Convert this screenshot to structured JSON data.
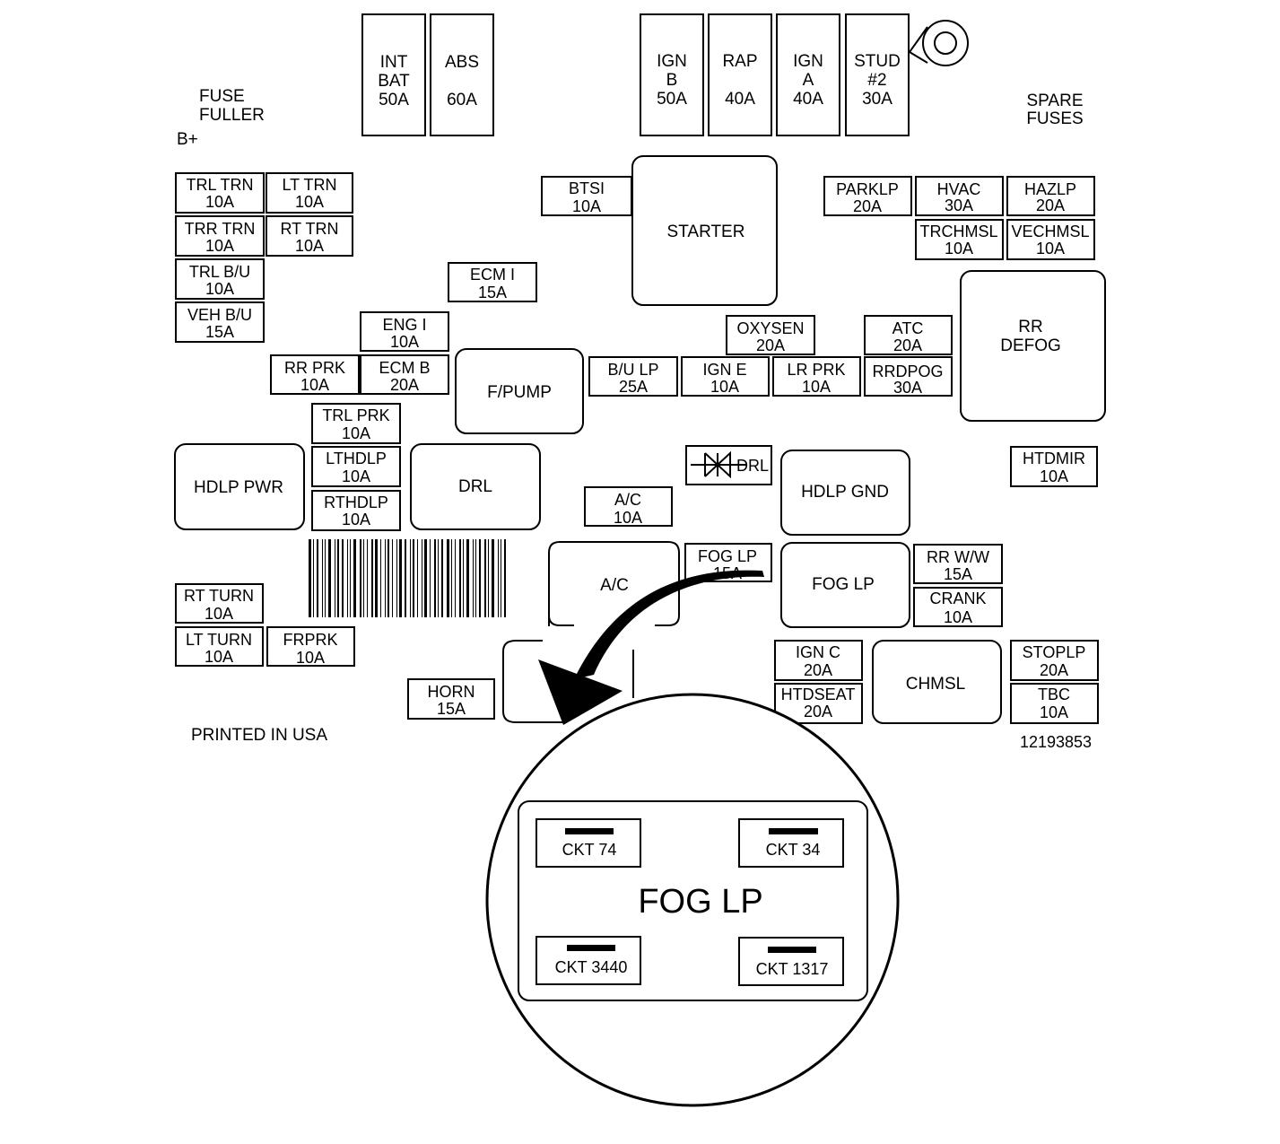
{
  "labels": {
    "fuse_puller": [
      "FUSE",
      "FULLER"
    ],
    "b_plus": "B+",
    "spare_fuses": [
      "SPARE",
      "FUSES"
    ],
    "printed": "PRINTED IN USA",
    "part_number": "12193853"
  },
  "maxi_fuses": [
    {
      "id": "int-bat",
      "lines": [
        "INT",
        "BAT",
        "50A"
      ]
    },
    {
      "id": "abs",
      "lines": [
        "ABS",
        "",
        "60A"
      ]
    },
    {
      "id": "ign-b",
      "lines": [
        "IGN",
        "B",
        "50A"
      ]
    },
    {
      "id": "rap",
      "lines": [
        "RAP",
        "",
        "40A"
      ]
    },
    {
      "id": "ign-a",
      "lines": [
        "IGN",
        "A",
        "40A"
      ]
    },
    {
      "id": "stud-2",
      "lines": [
        "STUD",
        "#2",
        "30A"
      ]
    }
  ],
  "fuses": [
    {
      "id": "trl-trn",
      "lines": [
        "TRL TRN",
        "10A"
      ]
    },
    {
      "id": "lt-trn",
      "lines": [
        "LT TRN",
        "10A"
      ]
    },
    {
      "id": "trr-trn",
      "lines": [
        "TRR TRN",
        "10A"
      ]
    },
    {
      "id": "rt-trn",
      "lines": [
        "RT TRN",
        "10A"
      ]
    },
    {
      "id": "trl-bu",
      "lines": [
        "TRL B/U",
        "10A"
      ]
    },
    {
      "id": "veh-bu",
      "lines": [
        "VEH B/U",
        "15A"
      ]
    },
    {
      "id": "btsi",
      "lines": [
        "BTSI",
        "10A"
      ]
    },
    {
      "id": "ecm-i",
      "lines": [
        "ECM I",
        "15A"
      ]
    },
    {
      "id": "eng-i",
      "lines": [
        "ENG I",
        "10A"
      ]
    },
    {
      "id": "rr-prk",
      "lines": [
        "RR PRK",
        "10A"
      ]
    },
    {
      "id": "ecm-b",
      "lines": [
        "ECM B",
        "20A"
      ]
    },
    {
      "id": "trl-prk",
      "lines": [
        "TRL PRK",
        "10A"
      ]
    },
    {
      "id": "lthdlp",
      "lines": [
        "LTHDLP",
        "10A"
      ]
    },
    {
      "id": "rthdlp",
      "lines": [
        "RTHDLP",
        "10A"
      ]
    },
    {
      "id": "parklp",
      "lines": [
        "PARKLP",
        "20A"
      ]
    },
    {
      "id": "hvac",
      "lines": [
        "HVAC",
        "30A"
      ]
    },
    {
      "id": "hazlp",
      "lines": [
        "HAZLP",
        "20A"
      ]
    },
    {
      "id": "trchmsl",
      "lines": [
        "TRCHMSL",
        "10A"
      ]
    },
    {
      "id": "vechmsl",
      "lines": [
        "VECHMSL",
        "10A"
      ]
    },
    {
      "id": "oxysen",
      "lines": [
        "OXYSEN",
        "20A"
      ]
    },
    {
      "id": "atc",
      "lines": [
        "ATC",
        "20A"
      ]
    },
    {
      "id": "bu-lp",
      "lines": [
        "B/U LP",
        "25A"
      ]
    },
    {
      "id": "ign-e",
      "lines": [
        "IGN E",
        "10A"
      ]
    },
    {
      "id": "lr-prk",
      "lines": [
        "LR PRK",
        "10A"
      ]
    },
    {
      "id": "rrdpog",
      "lines": [
        "RRDPOG",
        "30A"
      ]
    },
    {
      "id": "htdmir",
      "lines": [
        "HTDMIR",
        "10A"
      ]
    },
    {
      "id": "ac-fuse",
      "lines": [
        "A/C",
        "10A"
      ]
    },
    {
      "id": "fog-lp-fuse",
      "lines": [
        "FOG LP",
        "15A"
      ]
    },
    {
      "id": "rr-ww",
      "lines": [
        "RR W/W",
        "15A"
      ]
    },
    {
      "id": "crank",
      "lines": [
        "CRANK",
        "10A"
      ]
    },
    {
      "id": "rt-turn",
      "lines": [
        "RT TURN",
        "10A"
      ]
    },
    {
      "id": "lt-turn",
      "lines": [
        "LT TURN",
        "10A"
      ]
    },
    {
      "id": "frprk",
      "lines": [
        "FRPRK",
        "10A"
      ]
    },
    {
      "id": "horn",
      "lines": [
        "HORN",
        "15A"
      ]
    },
    {
      "id": "ign-c",
      "lines": [
        "IGN C",
        "20A"
      ]
    },
    {
      "id": "htdseat",
      "lines": [
        "HTDSEAT",
        "20A"
      ]
    },
    {
      "id": "stoplp",
      "lines": [
        "STOPLP",
        "20A"
      ]
    },
    {
      "id": "tbc",
      "lines": [
        "TBC",
        "10A"
      ]
    }
  ],
  "relays": [
    {
      "id": "starter",
      "lines": [
        "STARTER"
      ]
    },
    {
      "id": "rr-defog",
      "lines": [
        "RR",
        "DEFOG"
      ]
    },
    {
      "id": "f-pump",
      "lines": [
        "F/PUMP"
      ]
    },
    {
      "id": "hdlp-pwr",
      "lines": [
        "HDLP PWR"
      ]
    },
    {
      "id": "drl",
      "lines": [
        "DRL"
      ]
    },
    {
      "id": "hdlp-gnd",
      "lines": [
        "HDLP GND"
      ]
    },
    {
      "id": "ac-relay",
      "lines": [
        "A/C"
      ]
    },
    {
      "id": "fog-lp-relay",
      "lines": [
        "FOG LP"
      ]
    },
    {
      "id": "chmsl",
      "lines": [
        "CHMSL"
      ]
    }
  ],
  "diode": {
    "label": "DRL"
  },
  "detail": {
    "title": "FOG LP",
    "terminals": [
      {
        "id": "ckt-74",
        "label": "CKT 74"
      },
      {
        "id": "ckt-34",
        "label": "CKT 34"
      },
      {
        "id": "ckt-3440",
        "label": "CKT 3440"
      },
      {
        "id": "ckt-1317",
        "label": "CKT 1317"
      }
    ]
  },
  "colors": {
    "ink": "#000000",
    "paper": "#ffffff"
  }
}
